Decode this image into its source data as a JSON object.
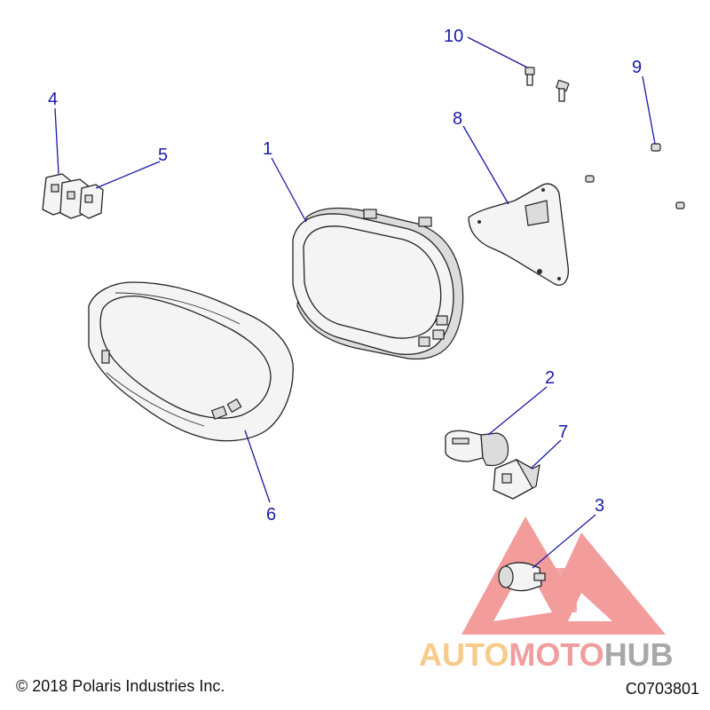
{
  "diagram": {
    "callouts": [
      {
        "id": "1",
        "label": "1"
      },
      {
        "id": "2",
        "label": "2"
      },
      {
        "id": "3",
        "label": "3"
      },
      {
        "id": "4",
        "label": "4"
      },
      {
        "id": "5",
        "label": "5"
      },
      {
        "id": "6",
        "label": "6"
      },
      {
        "id": "7",
        "label": "7"
      },
      {
        "id": "8",
        "label": "8"
      },
      {
        "id": "9",
        "label": "9"
      },
      {
        "id": "10",
        "label": "10"
      }
    ],
    "callout_color": "#1a1aa8"
  },
  "footer": {
    "copyright": "© 2018 Polaris Industries Inc.",
    "part_code": "C0703801"
  },
  "watermark": {
    "word_part1": "AUTO",
    "word_part2": "MOTO",
    "word_part3": "HUB",
    "colors": {
      "auto": "#f6c276",
      "moto": "#ef8d8d",
      "hub": "#9a9a9a",
      "triangle": "#ef7b7b"
    }
  }
}
